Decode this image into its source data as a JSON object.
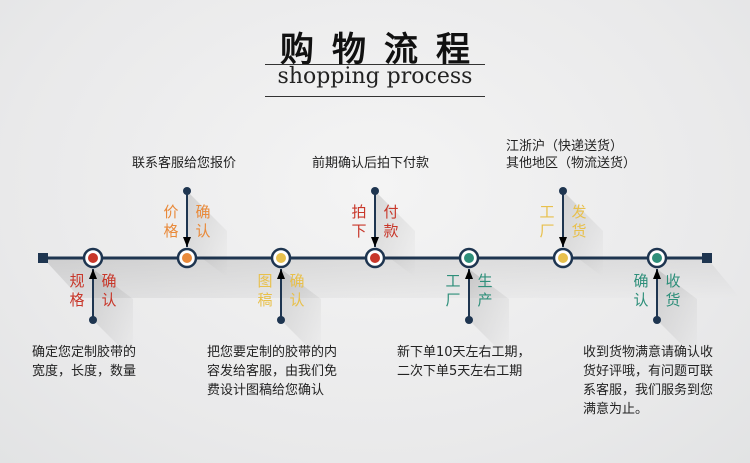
{
  "header": {
    "title": "购物流程",
    "subtitle": "shopping process"
  },
  "colors": {
    "red": "#c8372a",
    "orange": "#e98a3a",
    "yellow": "#e8c04c",
    "teal": "#2e8f7a",
    "navy": "#1e3550"
  },
  "steps": [
    {
      "left": "规格",
      "right": "确认",
      "color": "#c8372a",
      "desc": [
        "确定您定制胶带的",
        "宽度，长度，数量"
      ]
    },
    {
      "left": "价格",
      "right": "确认",
      "color": "#e98a3a",
      "top": [
        "联系客服给您报价"
      ]
    },
    {
      "left": "图稿",
      "right": "确认",
      "color": "#e8c04c",
      "desc": [
        "把您要定制的胶带的内",
        "容发给客服，由我们免",
        "费设计图稿给您确认"
      ]
    },
    {
      "left": "拍下",
      "right": "付款",
      "color": "#c8372a",
      "top": [
        "前期确认后拍下付款"
      ]
    },
    {
      "left": "工厂",
      "right": "生产",
      "color": "#2e8f7a",
      "desc": [
        "新下单10天左右工期，",
        "二次下单5天左右工期"
      ]
    },
    {
      "left": "工厂",
      "right": "发货",
      "color": "#e8c04c",
      "top": [
        "江浙沪（快递送货）",
        "其他地区（物流送货）"
      ]
    },
    {
      "left": "确认",
      "right": "收货",
      "color": "#2e8f7a",
      "desc": [
        "收到货物满意请确认收",
        "货好评哦，有问题可联",
        "系客服，我们服务到您",
        "满意为止。"
      ]
    }
  ]
}
